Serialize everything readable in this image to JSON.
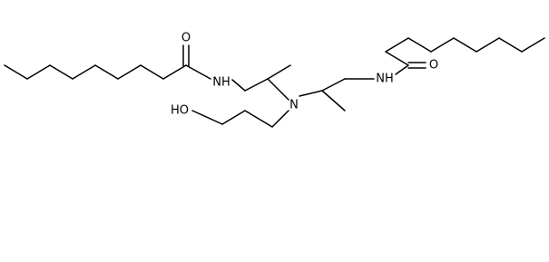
{
  "atoms": {
    "o_left": "O",
    "nh_left": "NH",
    "n_center": "N",
    "o_right": "O",
    "nh_right": "NH",
    "ho": "HO"
  }
}
